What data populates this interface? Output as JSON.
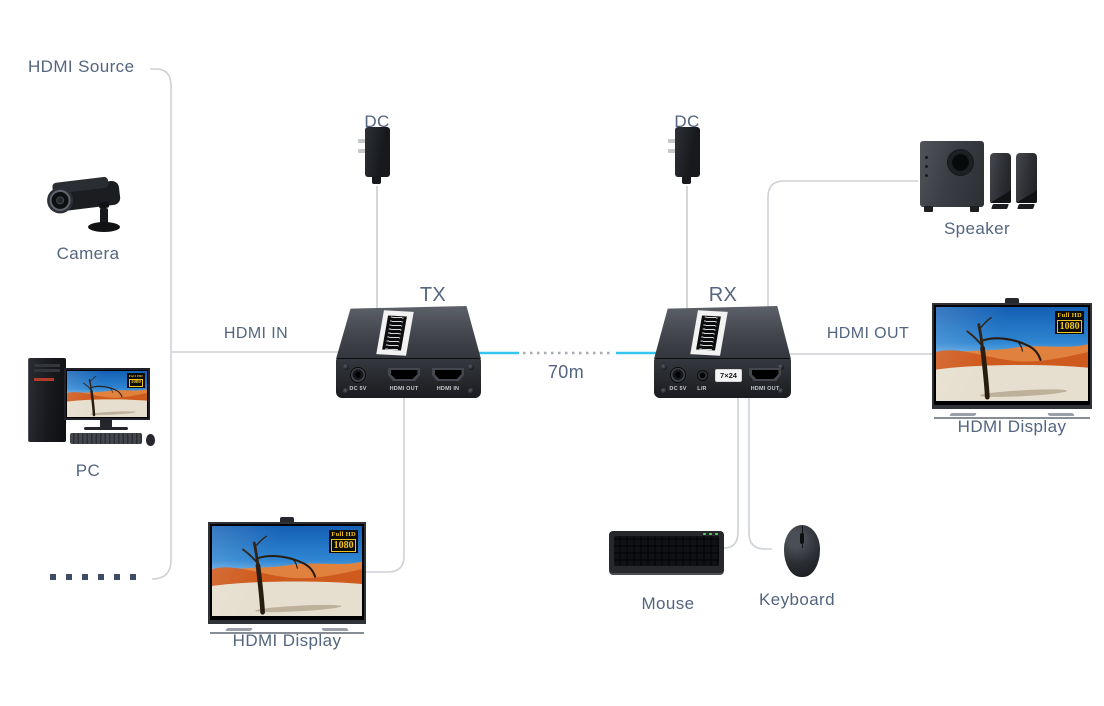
{
  "labels": {
    "hdmi_source": "HDMI Source",
    "camera": "Camera",
    "pc": "PC",
    "dc_tx": "DC",
    "dc_rx": "DC",
    "tx": "TX",
    "rx": "RX",
    "hdmi_in": "HDMI IN",
    "hdmi_out": "HDMI OUT",
    "distance": "70m",
    "speaker": "Speaker",
    "display_right": "HDMI Display",
    "display_bottom": "HDMI Display",
    "under_keyboard": "Mouse",
    "under_mouse": "Keyboard"
  },
  "tx_unit": {
    "ports": [
      "DC 5V",
      "HDMI OUT",
      "HDMI IN"
    ]
  },
  "rx_unit": {
    "ports": [
      "DC 5V",
      "L/R",
      "7×24",
      "HDMI OUT"
    ]
  },
  "tv_badge": {
    "line1": "Full HD",
    "line2": "1080"
  },
  "colors": {
    "accent_cyan": "#35c5f1",
    "line_gray": "#cdd1d6",
    "label_text": "#54657f",
    "dot_color": "#3d4d64"
  }
}
